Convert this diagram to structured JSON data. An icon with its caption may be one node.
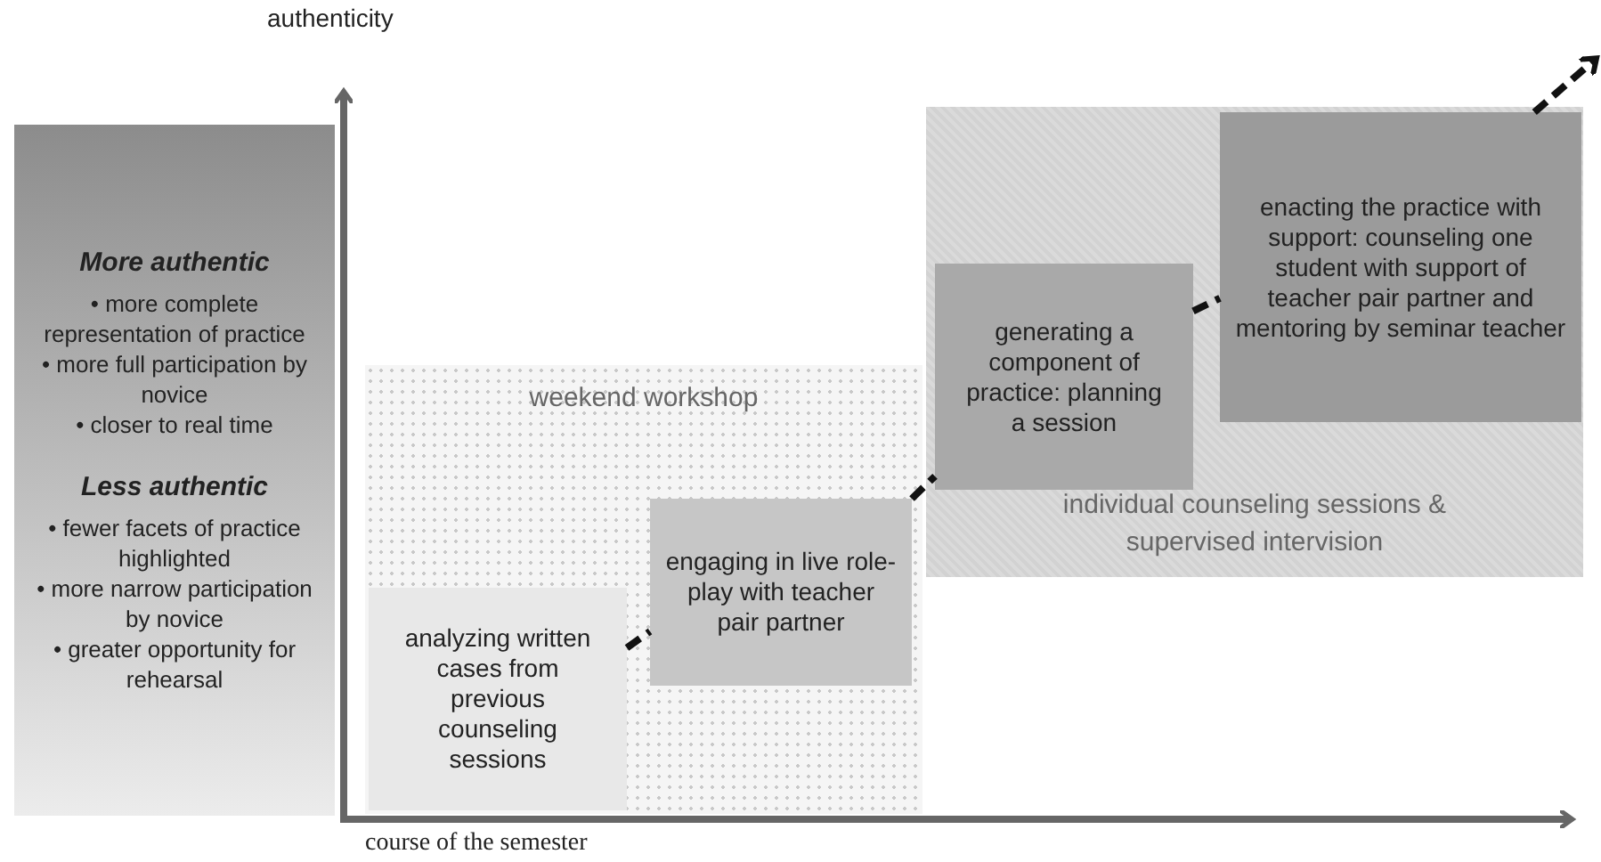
{
  "diagram": {
    "nodes": [
      {
        "text": [
          "More authentic",
          "• more complete representation of practice",
          "• more full participation by novice",
          "• closer to real time",
          "Less authentic",
          "• fewer facets of practice highlighted",
          "• more narrow participation by novice",
          "• greater opportunity for rehearsal"
        ]
      },
      {
        "text": [
          "weekend workshop"
        ]
      },
      {
        "text": [
          "analyzing written cases from previous counseling sessions"
        ],
        "in": 1
      },
      {
        "text": [
          "engaging in live role-play with teacher pair partner"
        ],
        "in": 1
      },
      {
        "text": [
          "individual counseling sessions & supervised intervision"
        ]
      },
      {
        "text": [
          "generating a component of practice: planning a session"
        ],
        "in": 4
      },
      {
        "text": [
          "enacting the practice with support: counseling one student with support of teacher pair partner and mentoring by seminar teacher"
        ],
        "in": 4
      }
    ],
    "edges": [
      {
        "from": 2,
        "to": 3,
        "arrow": "none",
        "style": "dashed"
      },
      {
        "from": 3,
        "to": 5,
        "arrow": "none",
        "style": "dashed"
      },
      {
        "from": 5,
        "to": 6,
        "arrow": "none",
        "style": "dashed"
      },
      {
        "from": 6,
        "to": null,
        "arrow": "to",
        "style": "dashed"
      }
    ],
    "labels": [
      "authenticity",
      "course of the semester"
    ]
  }
}
